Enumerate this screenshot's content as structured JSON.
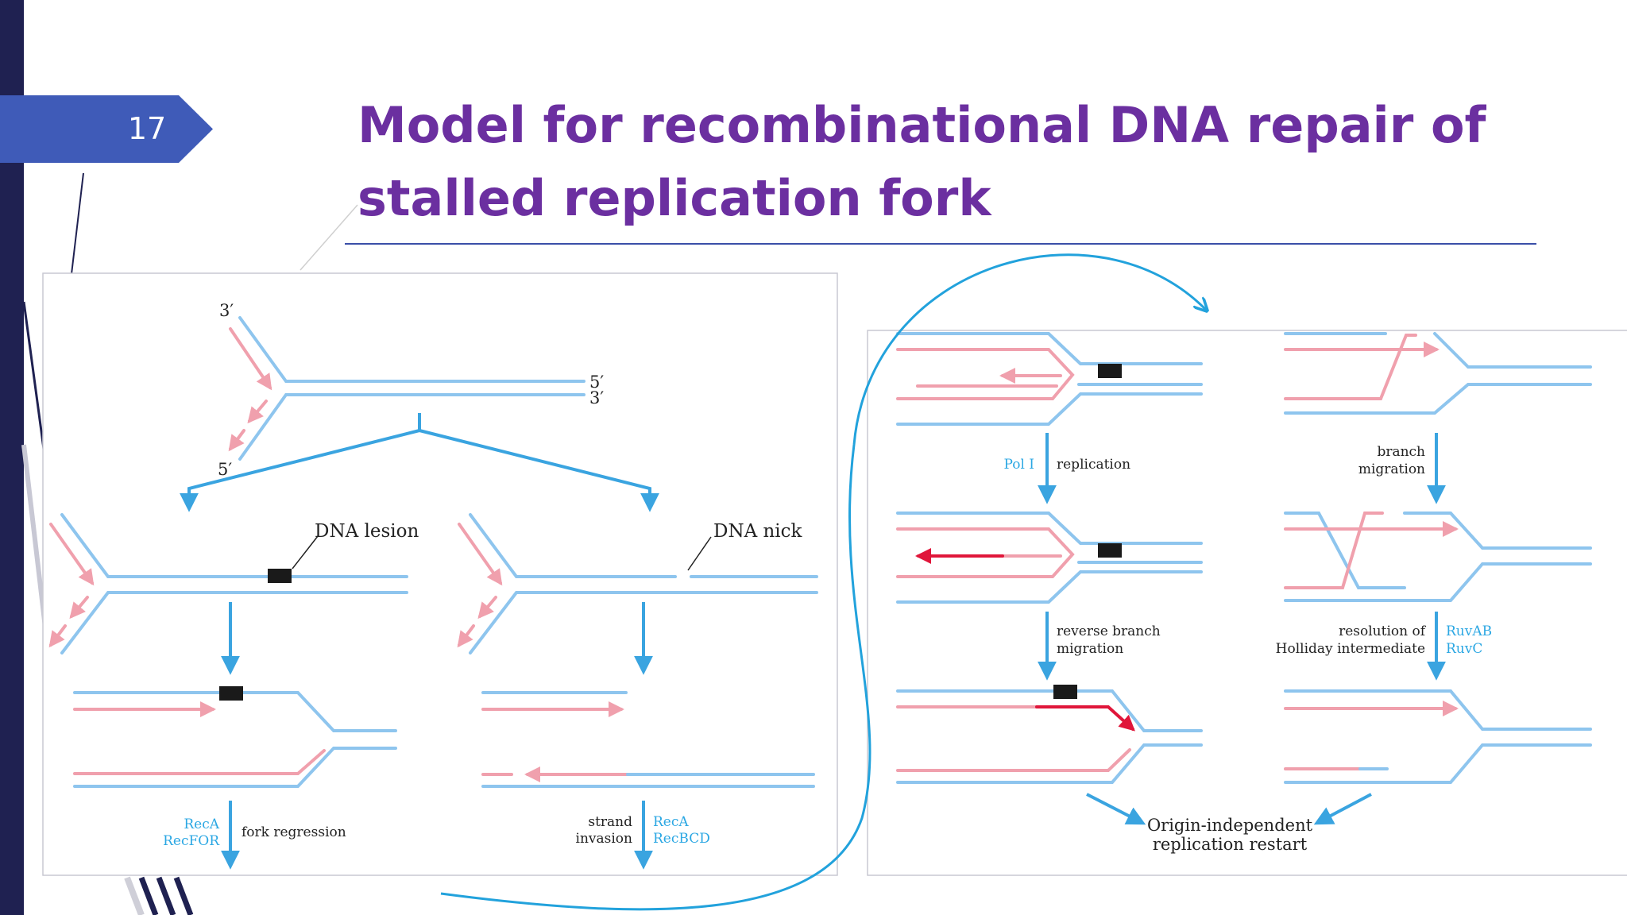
{
  "slide": {
    "number": "17",
    "title_line1": "Model for recombinational DNA repair of",
    "title_line2": "stalled replication fork"
  },
  "colors": {
    "title": "#6b2fa0",
    "template_strand": "#8ec5ee",
    "new_strand": "#f0a0ad",
    "enzyme_text": "#2ba7e3",
    "arrow": "#3aa4e0",
    "lesion": "#1a1a1a",
    "new_synthesis": "#e0163a",
    "annotation_curve": "#22a2dc",
    "left_bar": "#1f2151",
    "number_tab": "#3f5bb8"
  },
  "left_panel": {
    "top_fork": {
      "end_3prime_top": "3′",
      "end_5prime_right": "5′",
      "end_3prime_right": "3′",
      "end_5prime_bottom": "5′"
    },
    "lesion_label": "DNA lesion",
    "nick_label": "DNA nick",
    "left_step": {
      "enzyme_line1": "RecA",
      "enzyme_line2": "RecFOR",
      "process": "fork regression"
    },
    "right_step": {
      "process_line1": "strand",
      "process_line2": "invasion",
      "enzyme_line1": "RecA",
      "enzyme_line2": "RecBCD"
    }
  },
  "right_panel": {
    "step1": {
      "enzyme": "Pol I",
      "process": "replication"
    },
    "step2": {
      "process_line1": "reverse branch",
      "process_line2": "migration"
    },
    "step3": {
      "process_line1": "branch",
      "process_line2": "migration"
    },
    "step4": {
      "process_line1": "resolution of",
      "process_line2": "Holliday intermediate",
      "enzyme_line1": "RuvAB",
      "enzyme_line2": "RuvC"
    },
    "outcome_line1": "Origin-independent",
    "outcome_line2": "replication restart"
  }
}
